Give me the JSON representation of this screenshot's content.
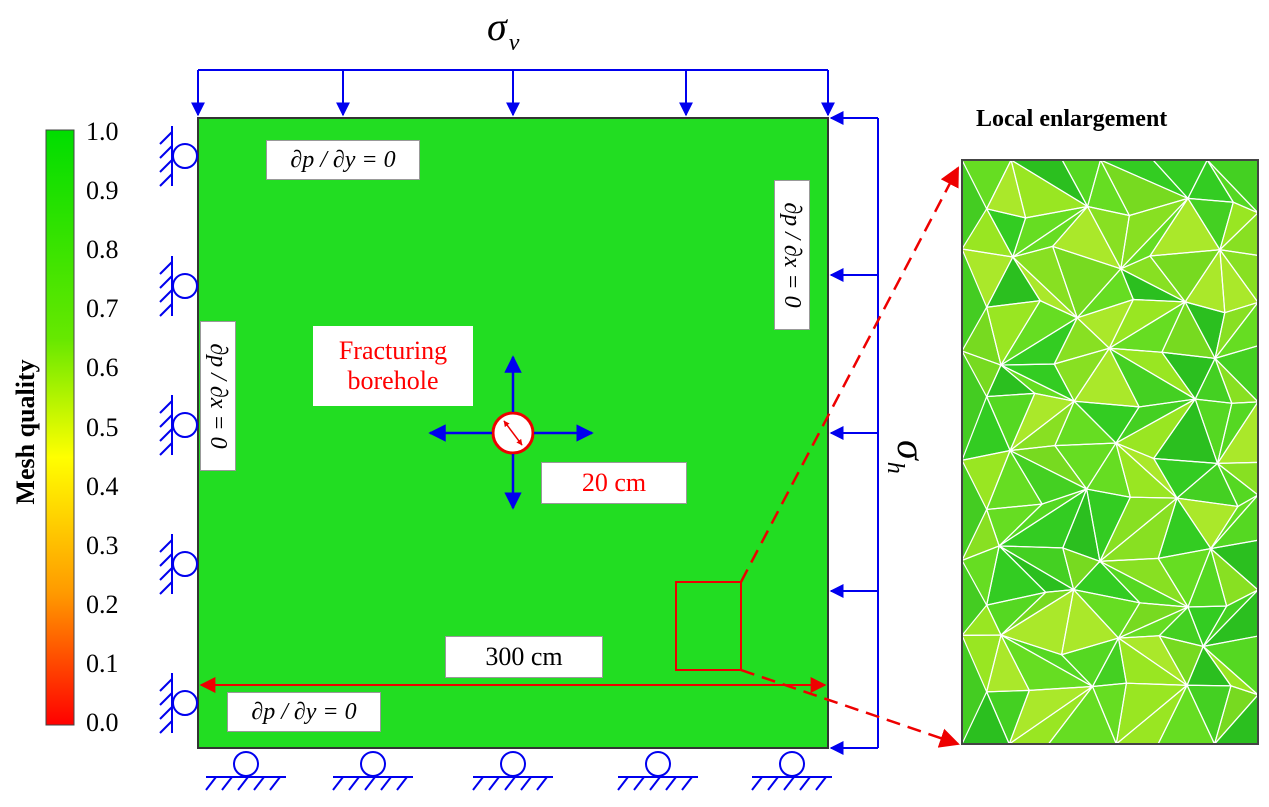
{
  "stress_labels": {
    "sigma_v": "σ",
    "sigma_v_sub": "v",
    "sigma_h": "σ",
    "sigma_h_sub": "h"
  },
  "boundary_conditions": {
    "top": "∂p / ∂y = 0",
    "bottom": "∂p / ∂y = 0",
    "left": "∂p / ∂x = 0",
    "right": "∂p / ∂x = 0"
  },
  "borehole": {
    "label_line1": "Fracturing",
    "label_line2": "borehole",
    "diameter_label": "20 cm"
  },
  "domain_width_label": "300 cm",
  "enlargement_title": "Local enlargement",
  "colorbar": {
    "title": "Mesh quality",
    "ticks": [
      "1.0",
      "0.9",
      "0.8",
      "0.7",
      "0.6",
      "0.5",
      "0.4",
      "0.3",
      "0.2",
      "0.1",
      "0.0"
    ],
    "gradient": [
      "#00dd00",
      "#88ee00",
      "#ffff00",
      "#ffaa00",
      "#ff0000"
    ]
  },
  "colors": {
    "domain_green": "#22dd22",
    "load_blue": "#0000ee",
    "dimension_red": "#ee0000"
  }
}
